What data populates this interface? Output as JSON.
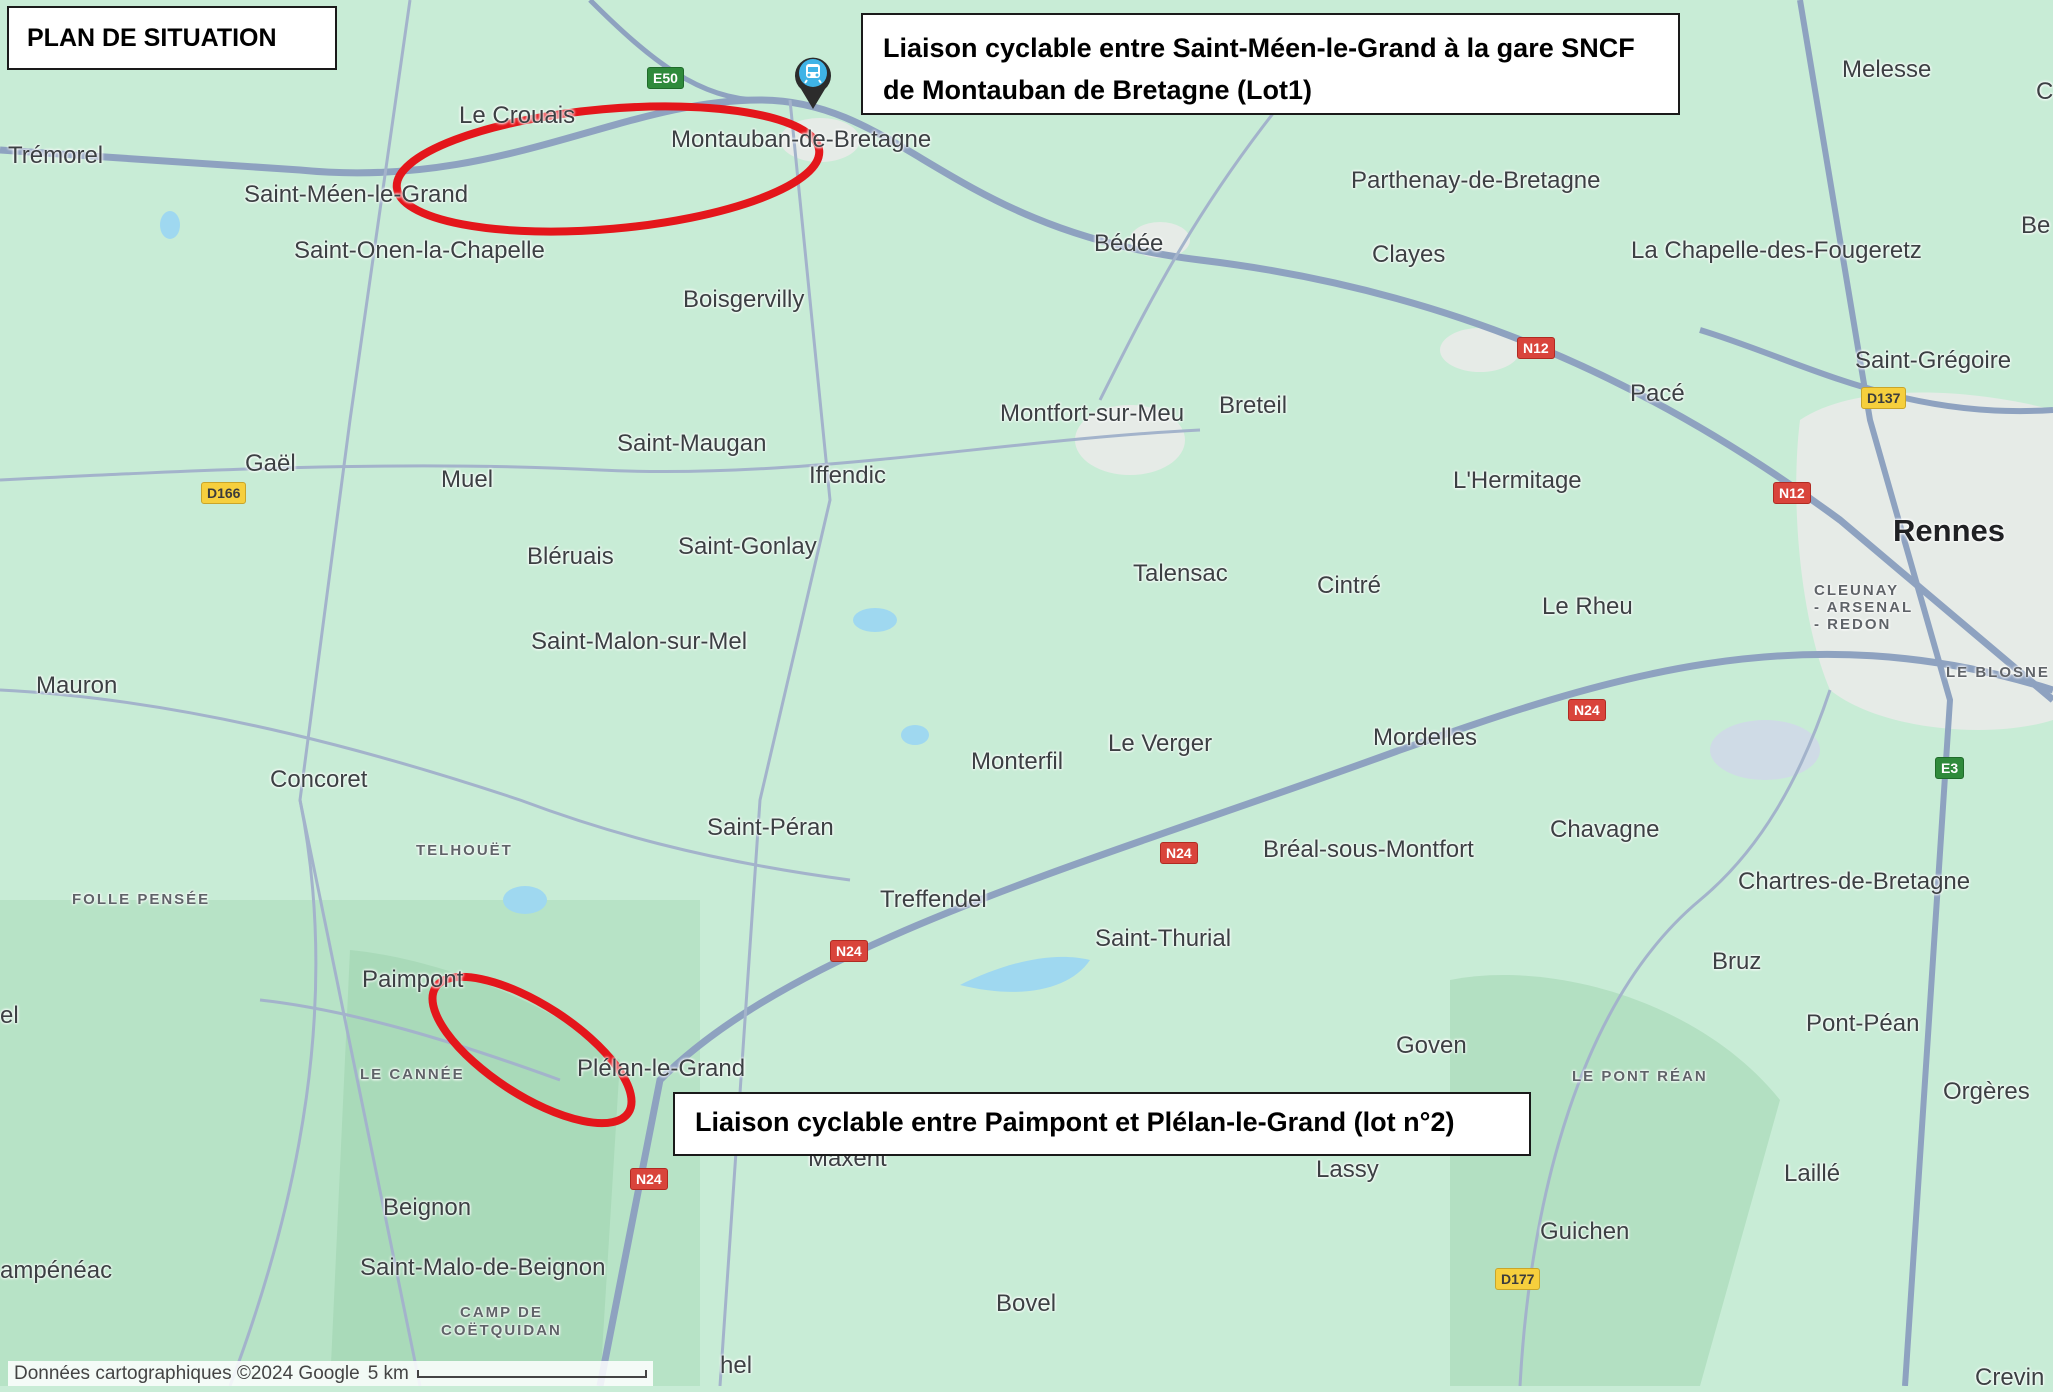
{
  "title": "PLAN DE SITUATION",
  "annotations": {
    "lot1": "Liaison cyclable entre Saint-Méen-le-Grand à la gare SNCF de Montauban de Bretagne (Lot1)",
    "lot1_line1": "Liaison cyclable entre Saint-Méen-le-Grand à la gare SNCF",
    "lot1_line2": "de Montauban de Bretagne (Lot1)",
    "lot2": "Liaison cyclable entre Paimpont et Plélan-le-Grand (lot n°2)"
  },
  "places": {
    "melesse": "Melesse",
    "le_crouais": "Le Crouais",
    "montauban": "Montauban-de-Bretagne",
    "tremorel": "Trémorel",
    "saint_meen": "Saint-Méen-le-Grand",
    "parthenay": "Parthenay-de-Bretagne",
    "saint_onen": "Saint-Onen-la-Chapelle",
    "bedee": "Bédée",
    "clayes": "Clayes",
    "la_chapelle": "La Chapelle-des-Fougeretz",
    "boisgervilly": "Boisgervilly",
    "saint_gregoire": "Saint-Grégoire",
    "pace": "Pacé",
    "montfort": "Montfort-sur-Meu",
    "breteil": "Breteil",
    "gael": "Gaël",
    "saint_maugan": "Saint-Maugan",
    "muel": "Muel",
    "iffendic": "Iffendic",
    "lhermitage": "L'Hermitage",
    "rennes": "Rennes",
    "bleruais": "Bléruais",
    "saint_gonlay": "Saint-Gonlay",
    "talensac": "Talensac",
    "cintre": "Cintré",
    "le_rheu": "Le Rheu",
    "saint_malon": "Saint-Malon-sur-Mel",
    "mauron": "Mauron",
    "mordelles": "Mordelles",
    "le_verger": "Le Verger",
    "monterfil": "Monterfil",
    "concoret": "Concoret",
    "saint_peran": "Saint-Péran",
    "chavagne": "Chavagne",
    "breal": "Bréal-sous-Montfort",
    "chartres": "Chartres-de-Bretagne",
    "treffendel": "Treffendel",
    "saint_thurial": "Saint-Thurial",
    "bruz": "Bruz",
    "paimpont": "Paimpont",
    "pont_pean": "Pont-Péan",
    "goven": "Goven",
    "plelan": "Plélan-le-Grand",
    "orgeres": "Orgères",
    "maxent": "Maxent",
    "lassy": "Lassy",
    "laille": "Laillé",
    "beignon": "Beignon",
    "guichen": "Guichen",
    "campeneac": "ampénéac",
    "saint_malo_beignon": "Saint-Malo-de-Beignon",
    "bovel": "Bovel",
    "crevin": "Crevin",
    "edge_c": "C",
    "edge_be": "Be",
    "edge_el": "el",
    "edge_hel": "hel"
  },
  "districts": {
    "telhouet": "TELHOUËT",
    "folle_pensee": "FOLLE PENSÉE",
    "le_cannee": "LE CANNÉE",
    "le_pont_rean": "LE PONT RÉAN",
    "cleunay": "CLEUNAY",
    "arsenal": "- ARSENAL",
    "redon": "- REDON",
    "le_blosne": "LE BLOSNE",
    "camp_de": "CAMP DE",
    "coetquidan": "COËTQUIDAN"
  },
  "roads": {
    "e50": "E50",
    "n12": "N12",
    "d137": "D137",
    "d166": "D166",
    "n24": "N24",
    "e3": "E3",
    "d177": "D177"
  },
  "attribution": "Données cartographiques ©2024 Google",
  "scale": "5 km",
  "colors": {
    "land": "#c8ecd6",
    "forest": "#b3e2c4",
    "urban": "#e9ece8",
    "water": "#9fd8f0",
    "road": "#8a9bb5",
    "highlight": "#e4161b"
  },
  "icons": {
    "station": "train-station-icon"
  }
}
